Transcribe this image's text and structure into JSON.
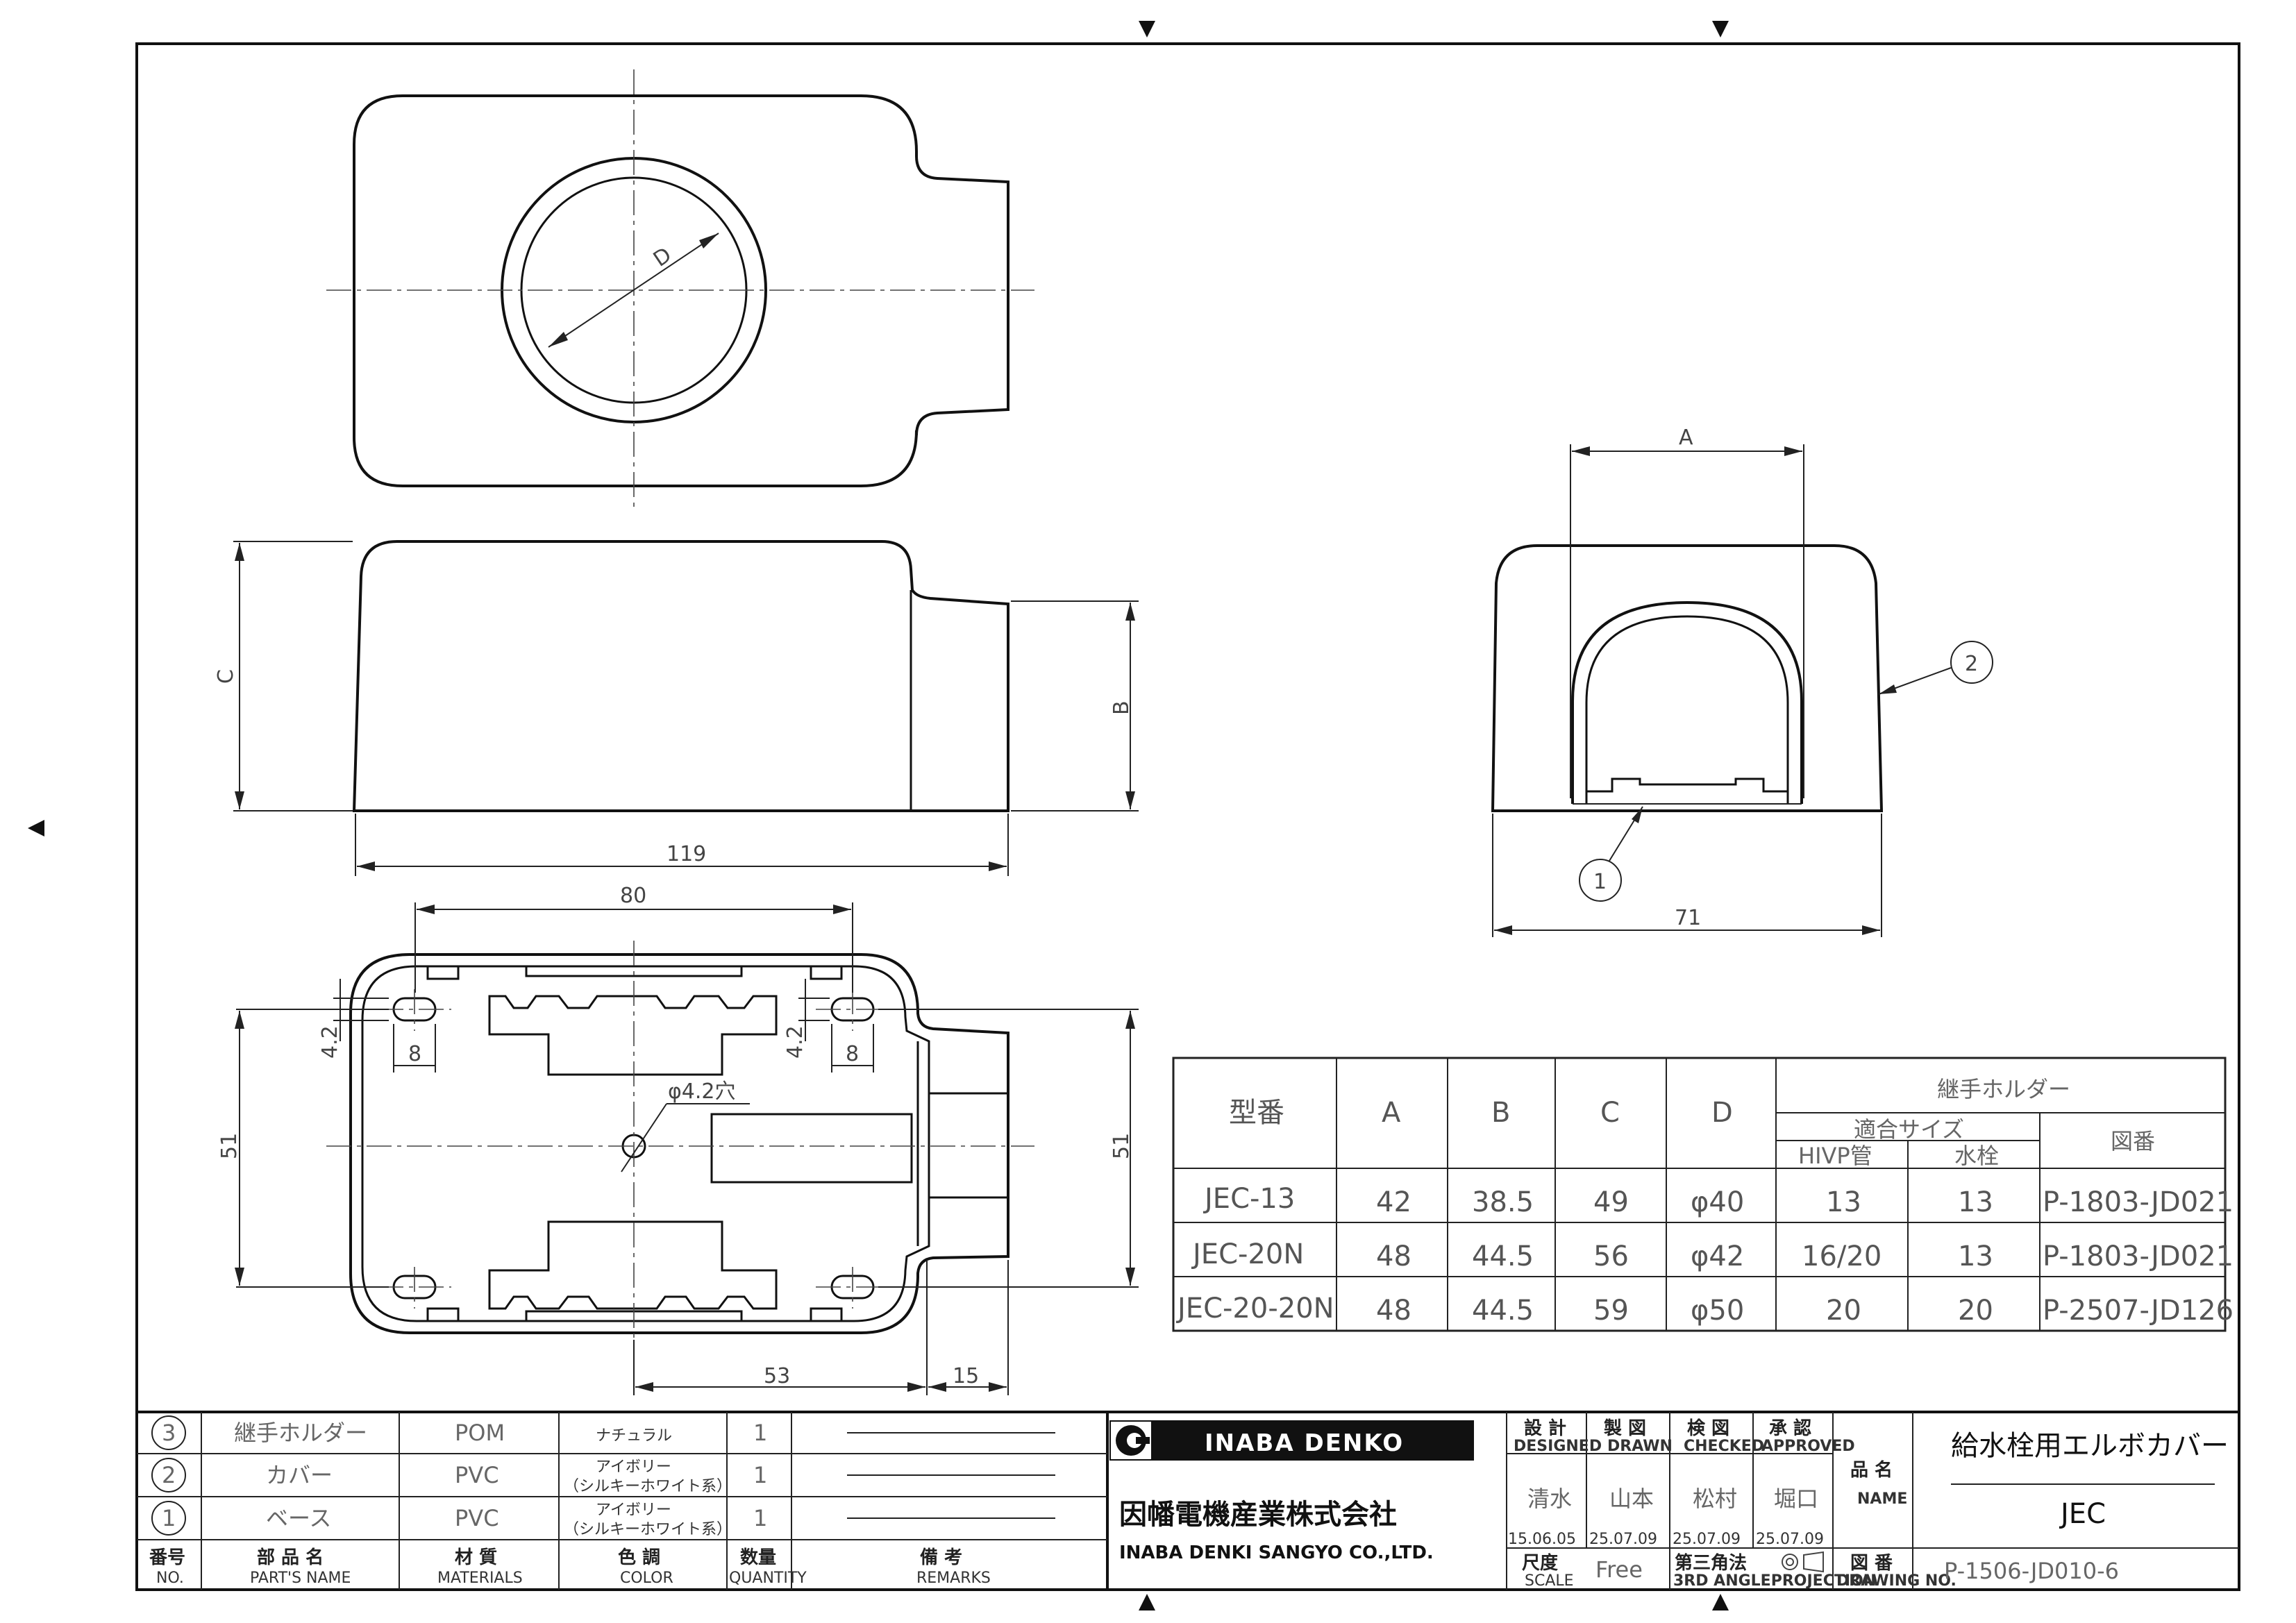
{
  "views": {
    "top_dim_d": "D",
    "front_dim_c": "C",
    "front_dim_b": "B",
    "front_dim_width": "119",
    "side_dim_a": "A",
    "side_dim_width": "71",
    "balloon_cover": "2",
    "balloon_base": "1",
    "bottom_dim_80": "80",
    "bottom_dim_42_left": "4.2",
    "bottom_dim_8_left": "8",
    "bottom_dim_42_right": "4.2",
    "bottom_dim_8_right": "8",
    "bottom_dim_hole": "φ4.2穴",
    "bottom_dim_51_left": "51",
    "bottom_dim_51_right": "51",
    "bottom_dim_53": "53",
    "bottom_dim_15": "15"
  },
  "spec_table": {
    "headers": {
      "model": "型番",
      "a": "A",
      "b": "B",
      "c": "C",
      "d": "D",
      "holder": "継手ホルダー",
      "fit_size": "適合サイズ",
      "hivp": "HIVP管",
      "faucet": "水栓",
      "drawing": "図番"
    },
    "rows": [
      {
        "model": "JEC-13",
        "a": "42",
        "b": "38.5",
        "c": "49",
        "d": "φ40",
        "hivp": "13",
        "faucet": "13",
        "drawing": "P-1803-JD021"
      },
      {
        "model": "JEC-20N",
        "a": "48",
        "b": "44.5",
        "c": "56",
        "d": "φ42",
        "hivp": "16/20",
        "faucet": "13",
        "drawing": "P-1803-JD021"
      },
      {
        "model": "JEC-20-20N",
        "a": "48",
        "b": "44.5",
        "c": "59",
        "d": "φ50",
        "hivp": "20",
        "faucet": "20",
        "drawing": "P-2507-JD126"
      }
    ]
  },
  "parts_list": {
    "rows": [
      {
        "no": "3",
        "name": "継手ホルダー",
        "material": "POM",
        "color": "ナチュラル",
        "color_sub": "",
        "qty": "1",
        "remarks": ""
      },
      {
        "no": "2",
        "name": "カバー",
        "material": "PVC",
        "color": "アイボリー",
        "color_sub": "（シルキーホワイト系）",
        "qty": "1",
        "remarks": ""
      },
      {
        "no": "1",
        "name": "ベース",
        "material": "PVC",
        "color": "アイボリー",
        "color_sub": "（シルキーホワイト系）",
        "qty": "1",
        "remarks": ""
      }
    ],
    "header": {
      "no_jp": "番号",
      "no_en": "NO.",
      "name_jp": "部 品 名",
      "name_en": "PART'S NAME",
      "mat_jp": "材 質",
      "mat_en": "MATERIALS",
      "color_jp": "色 調",
      "color_en": "COLOR",
      "qty_jp": "数量",
      "qty_en": "QUANTITY",
      "rem_jp": "備 考",
      "rem_en": "REMARKS"
    }
  },
  "title_block": {
    "logo_text": "INABA DENKO",
    "company_jp": "因幡電機産業株式会社",
    "company_en": "INABA DENKI SANGYO CO.,LTD.",
    "designed_jp": "設 計",
    "designed_en": "DESIGNED",
    "designed_by": "清水",
    "designed_date": "15.06.05",
    "drawn_jp": "製 図",
    "drawn_en": "DRAWN",
    "drawn_by": "山本",
    "drawn_date": "25.07.09",
    "checked_jp": "検 図",
    "checked_en": "CHECKED",
    "checked_by": "松村",
    "checked_date": "25.07.09",
    "approved_jp": "承 認",
    "approved_en": "APPROVED",
    "approved_by": "堀口",
    "approved_date": "25.07.09",
    "scale_jp": "尺度",
    "scale_en": "SCALE",
    "scale_value": "Free",
    "projection_jp": "第三角法",
    "projection_en": "3RD ANGLEPROJECTION",
    "name_jp": "品 名",
    "name_en": "NAME",
    "product_name": "給水栓用エルボカバー",
    "product_code": "JEC",
    "drawing_no_jp": "図 番",
    "drawing_no_en": "DRAWING NO.",
    "drawing_no": "P-1506-JD010-6"
  }
}
